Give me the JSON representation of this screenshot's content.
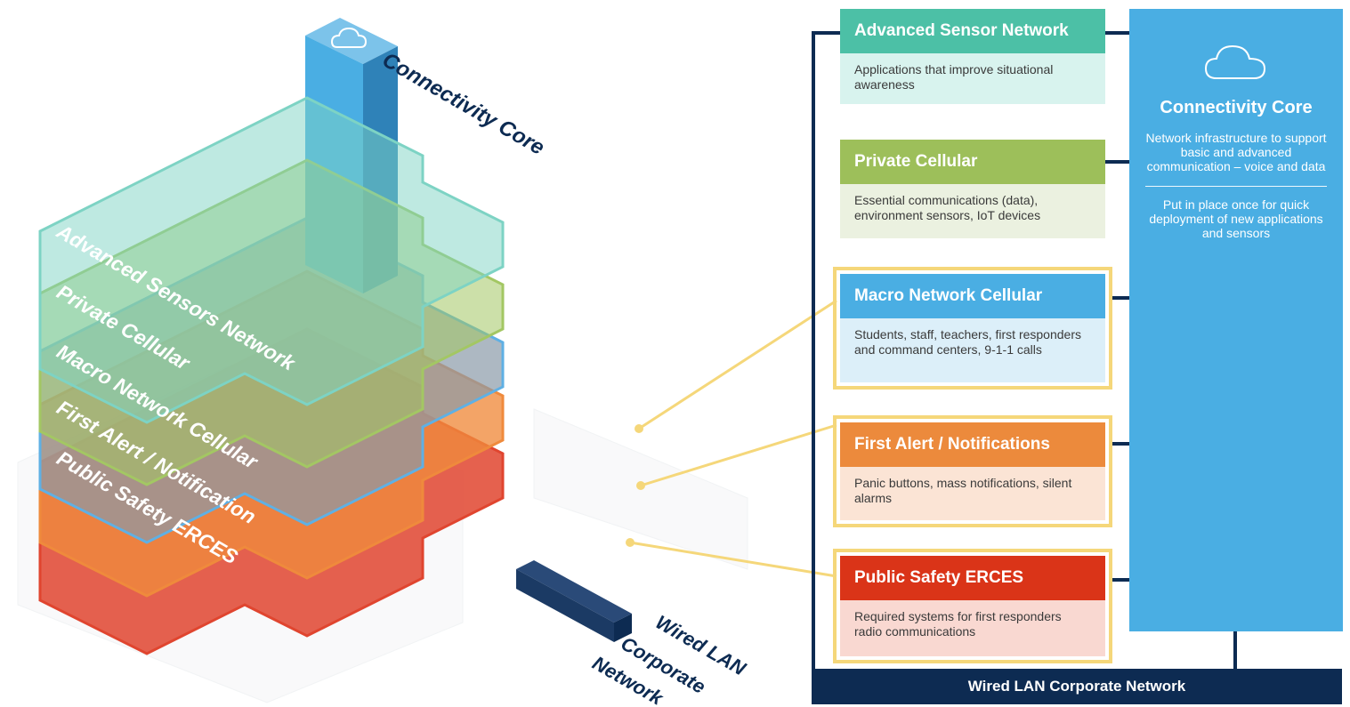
{
  "illustration": {
    "labels": {
      "connectivity_core": "Connectivity Core",
      "advanced_sensors": "Advanced Sensors Network",
      "private_cellular": "Private Cellular",
      "macro_network": "Macro Network Cellular",
      "first_alert": "First Alert / Notification",
      "public_safety": "Public Safety ERCES",
      "wired_lan_1": "Wired LAN",
      "wired_lan_2": "Corporate",
      "wired_lan_3": "Network"
    },
    "colors": {
      "sensors": "#7dd3c4",
      "private": "#a3c763",
      "macro": "#5fb0e4",
      "alert": "#ef8a3c",
      "safety": "#e0452f",
      "core": "#4aaee3",
      "wired": "#0d2b52",
      "callout": "#f5d77a"
    }
  },
  "cards": [
    {
      "title": "Advanced Sensor Network",
      "body": "Applications that improve situational awareness",
      "head_color": "#4cc0a6",
      "body_color": "#d8f3ee"
    },
    {
      "title": "Private Cellular",
      "body": "Essential communications (data), environment sensors, IoT devices",
      "head_color": "#9dbf5a",
      "body_color": "#ebf1e0"
    },
    {
      "title": "Macro Network Cellular",
      "body": "Students, staff, teachers, first responders and command centers, 9-1-1 calls",
      "head_color": "#4aaee3",
      "body_color": "#dceff9"
    },
    {
      "title": "First Alert / Notifications",
      "body": "Panic buttons, mass notifications, silent alarms",
      "head_color": "#ec8a3c",
      "body_color": "#fbe4d5"
    },
    {
      "title": "Public Safety ERCES",
      "body": "Required systems for first responders radio communications",
      "head_color": "#da3418",
      "body_color": "#f9d8d1"
    }
  ],
  "core": {
    "icon": "cloud-icon",
    "title": "Connectivity Core",
    "description": "Network infrastructure to support basic and advanced communication – voice and data",
    "description2": "Put in place once for quick deployment of new applications and sensors"
  },
  "bottom_bar": {
    "label": "Wired LAN Corporate Network"
  }
}
